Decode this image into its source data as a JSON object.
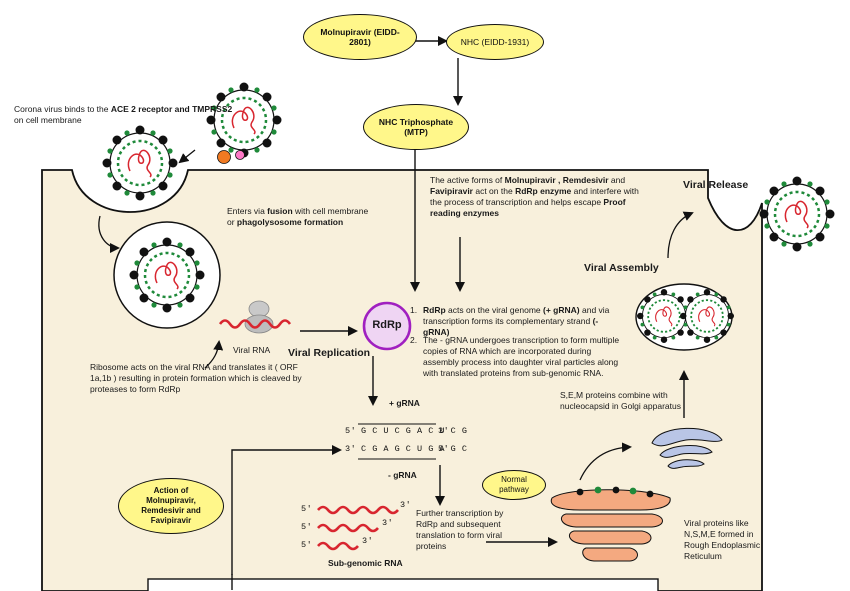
{
  "drugs": {
    "molnupiravir": "Molnupiravir (EIDD-2801)",
    "nhc": "NHC (EIDD-1931)",
    "nhc_tp": "NHC Triphosphate (MTP)"
  },
  "text": {
    "binding_pre": "Corona virus binds to the ",
    "binding_bold": "ACE 2 receptor and TMPRSS2",
    "binding_post": " on cell membrane",
    "entry_pre": "Enters via ",
    "entry_bold1": "fusion",
    "entry_mid": " with cell membrane or ",
    "entry_bold2": "phagolysosome formation",
    "active_1": "The active forms of ",
    "active_b1": "Molnupiravir , Remdesivir",
    "active_2": " and ",
    "active_b2": "Favipiravir",
    "active_3": " act on the ",
    "active_b3": "RdRp enzyme",
    "active_4": " and interfere with the process of transcription and helps escape ",
    "active_b4": "Proof reading enzymes",
    "viral_release": "Viral Release",
    "viral_assembly": "Viral Assembly",
    "viral_rna": "Viral RNA",
    "viral_replication": "Viral Replication",
    "rdrp": "RdRp",
    "ribosome": "Ribosome acts on the viral RNA and translates it ( ORF 1a,1b ) resulting in protein formation which is cleaved by proteases to form RdRp",
    "step1_num": "1.",
    "step1_a": "RdRp",
    "step1_b": " acts on the viral genome ",
    "step1_c": "(+ gRNA)",
    "step1_d": " and via transcription forms its complementary strand ",
    "step1_e": "(- gRNA)",
    "step2_num": "2.",
    "step2": "The -  gRNA undergoes transcription to form multiple copies of RNA which are incorporated during assembly process into daughter viral particles along with translated proteins from sub-genomic RNA.",
    "sem": "S,E,M proteins combine with nucleocapsid in Golgi apparatus",
    "plus_grna": "+ gRNA",
    "minus_grna": "- gRNA",
    "seq_top": "G C U C G A C U C G",
    "seq_bottom": "C G A G C U G A G C",
    "five": "5'",
    "three": "3'",
    "action_label": "Action of Molnupiravir, Remdesivir and Favipiravir",
    "normal_pathway": "Normal pathway",
    "further": "Further transcription by RdRp and subsequent translation to form viral proteins",
    "subgenomic": "Sub-genomic RNA",
    "er_proteins": "Viral proteins like N,S,M,E formed in Rough Endoplasmic Reticulum"
  },
  "colors": {
    "cell": "#f8f0dc",
    "ellipse": "#fff78a",
    "rna": "#d8262f",
    "rdrp_fill": "#efd5f3",
    "rdrp_stroke": "#a020c0",
    "spike": "#111111",
    "shell": "#1f8a3a",
    "golgi": "#b9c5e6",
    "er": "#f4a980"
  }
}
